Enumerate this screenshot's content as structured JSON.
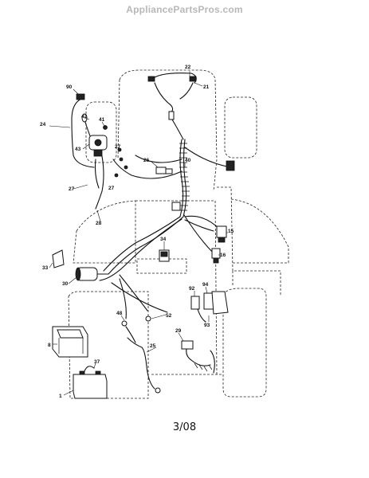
{
  "header": {
    "watermark": "AppliancePartsPros.com"
  },
  "footer": {
    "date_code": "3/08"
  },
  "diagram": {
    "callouts": [
      "22",
      "21",
      "90",
      "42",
      "24",
      "41",
      "43",
      "27",
      "40",
      "26",
      "27",
      "27",
      "28",
      "33",
      "30",
      "34",
      "15",
      "16",
      "92",
      "94",
      "93",
      "48",
      "52",
      "29",
      "25",
      "8",
      "37",
      "1"
    ]
  }
}
